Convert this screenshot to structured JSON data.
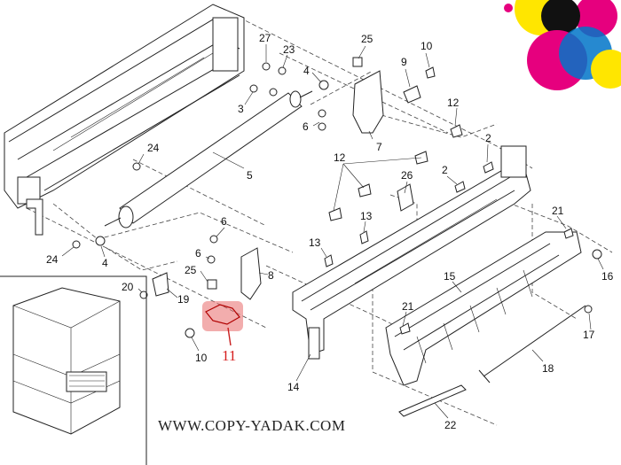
{
  "labels": {
    "l27": "27",
    "l23": "23",
    "l25a": "25",
    "l10a": "10",
    "l9": "9",
    "l4a": "4",
    "l3": "3",
    "l12a": "12",
    "l6a": "6",
    "l7": "7",
    "l2a": "2",
    "l24a": "24",
    "l5": "5",
    "l12b": "12",
    "l26": "26",
    "l2b": "2",
    "l6b": "6",
    "l13a": "13",
    "l21a": "21",
    "l24b": "24",
    "l4b": "4",
    "l6c": "6",
    "l13b": "13",
    "l25b": "25",
    "l8": "8",
    "l20": "20",
    "l19": "19",
    "l15": "15",
    "l16": "16",
    "l21b": "21",
    "l17": "17",
    "l10b": "10",
    "l14": "14",
    "l18": "18",
    "l22": "22"
  },
  "highlight": {
    "label": "11",
    "color": "#e86a6a"
  },
  "watermark": "WWW.COPY-YADAK.COM",
  "logo_colors": [
    "#ffe600",
    "#e6007e",
    "#00a0e9",
    "#111111"
  ]
}
